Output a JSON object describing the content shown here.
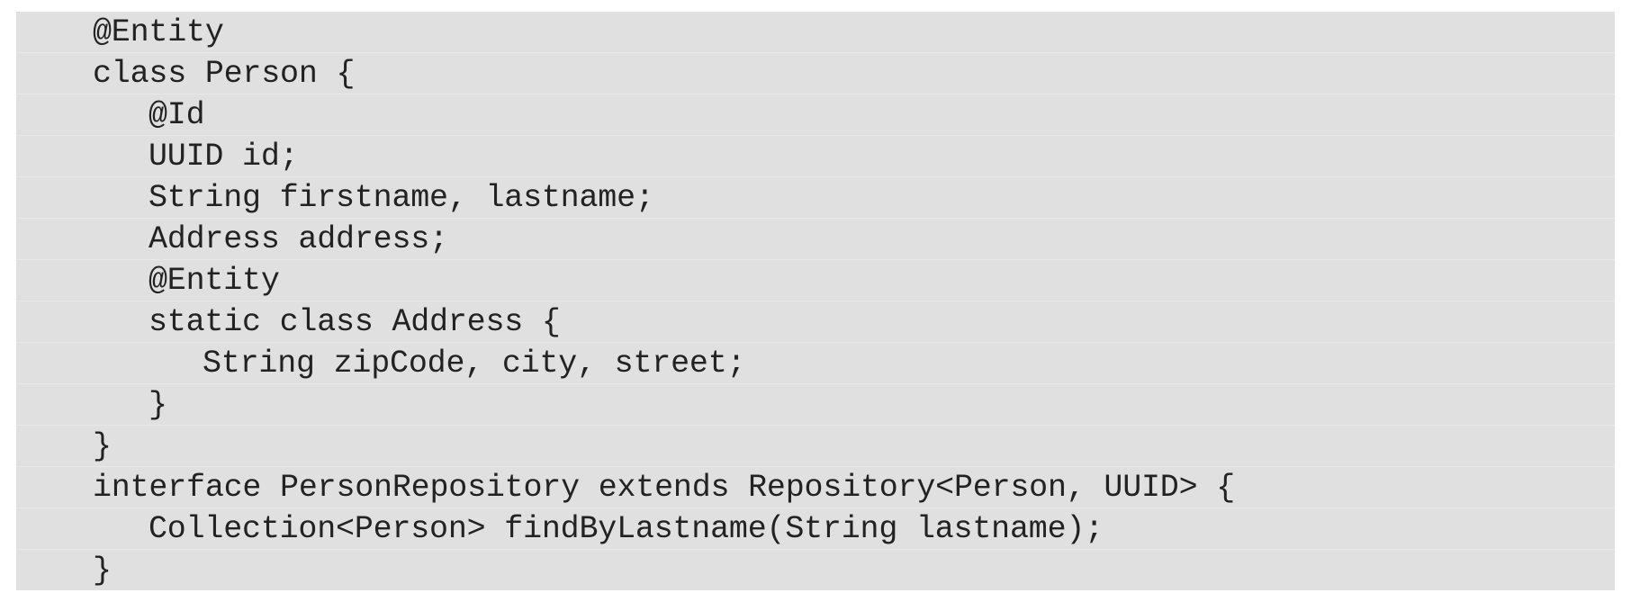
{
  "code": {
    "lines": [
      {
        "text": "@Entity",
        "indent": 0
      },
      {
        "text": "class Person {",
        "indent": 0
      },
      {
        "text": "@Id",
        "indent": 1
      },
      {
        "text": "UUID id;",
        "indent": 1
      },
      {
        "text": "String firstname, lastname;",
        "indent": 1
      },
      {
        "text": "Address address;",
        "indent": 1
      },
      {
        "text": "@Entity",
        "indent": 1
      },
      {
        "text": "static class Address {",
        "indent": 1
      },
      {
        "text": "String zipCode, city, street;",
        "indent": 2
      },
      {
        "text": "}",
        "indent": 1
      },
      {
        "text": "}",
        "indent": 0
      },
      {
        "text": "interface PersonRepository extends Repository<Person, UUID> {",
        "indent": 0
      },
      {
        "text": "Collection<Person> findByLastname(String lastname);",
        "indent": 1
      },
      {
        "text": "}",
        "indent": 0
      }
    ]
  }
}
